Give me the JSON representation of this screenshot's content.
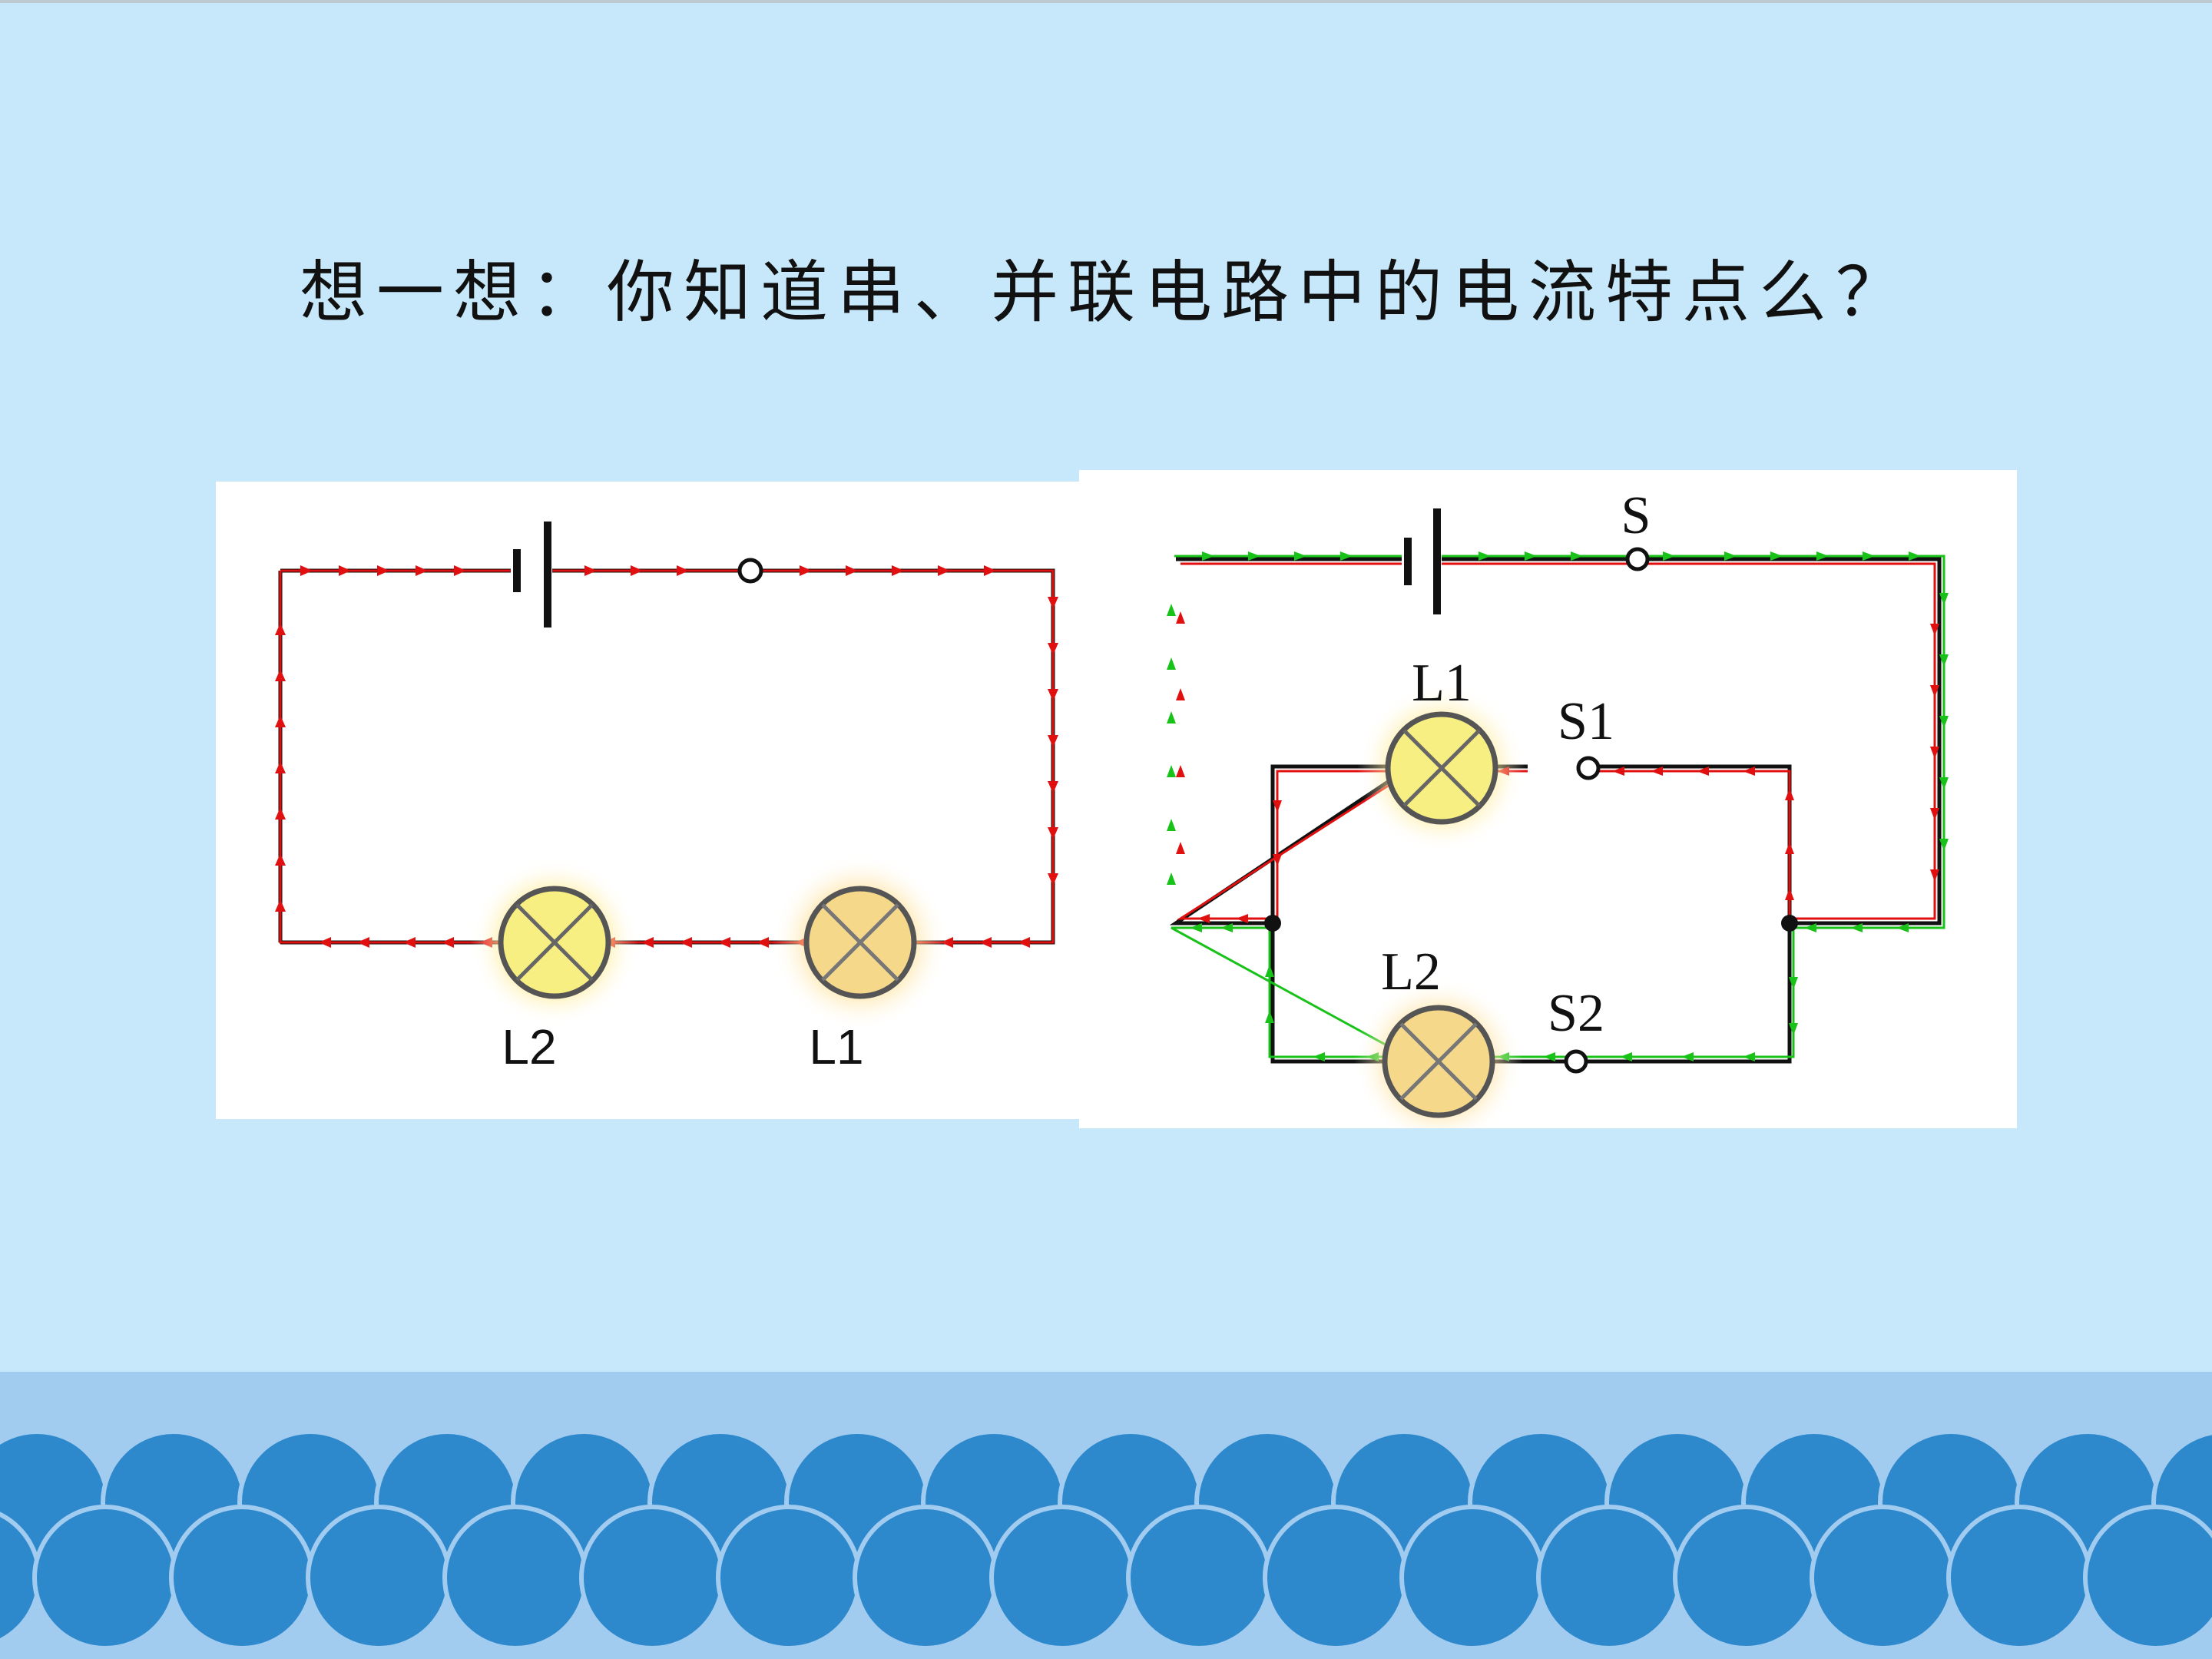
{
  "slide": {
    "title": "想一想：你知道串、并联电路中的电流特点么？"
  },
  "series_circuit": {
    "lamp_left": "L2",
    "lamp_right": "L1"
  },
  "parallel_circuit": {
    "main_switch": "S",
    "lamp_top": "L1",
    "switch_top": "S1",
    "lamp_bottom": "L2",
    "switch_bottom": "S2"
  },
  "colors": {
    "background": "#c7e8fb",
    "footer": "#a1ccf0",
    "wave": "#2e88cc",
    "current_red": "#e01010",
    "current_green": "#19c219",
    "wire": "#111111",
    "lamp_fill": "#f7ec8a"
  }
}
